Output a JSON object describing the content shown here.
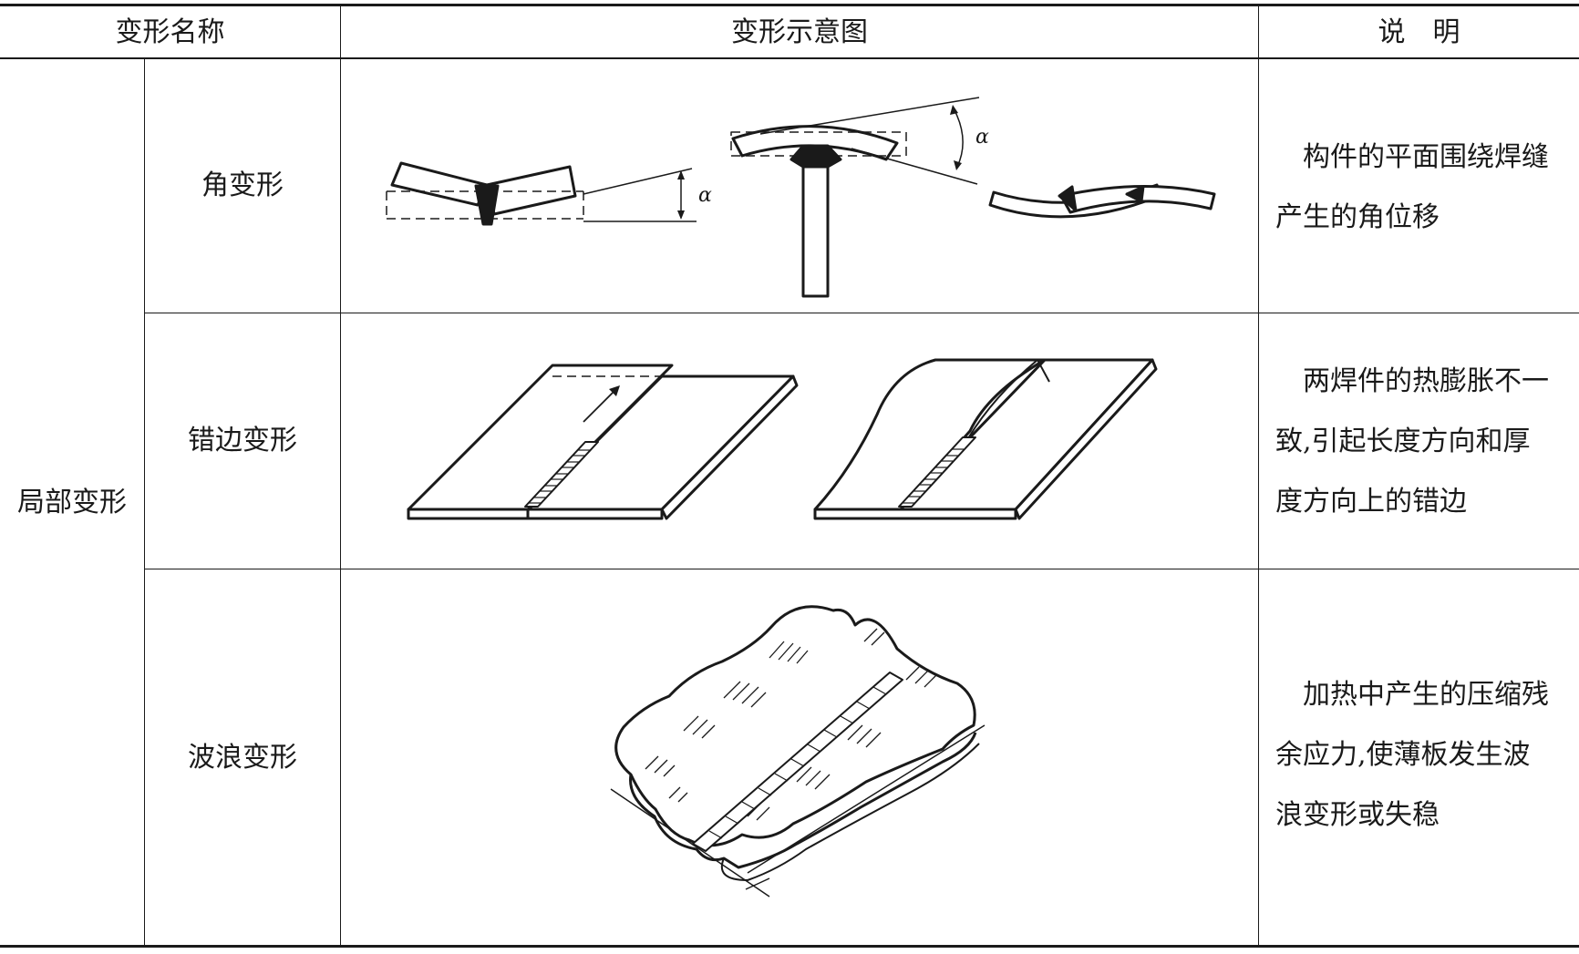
{
  "table": {
    "headers": {
      "name": "变形名称",
      "figure": "变形示意图",
      "description": "说　明"
    },
    "category": "局部变形",
    "rows": [
      {
        "name": "角变形",
        "angle_label_1": "α",
        "angle_label_2": "α",
        "description": "构件的平面围绕焊缝产生的角位移"
      },
      {
        "name": "错边变形",
        "description": "两焊件的热膨胀不一致,引起长度方向和厚度方向上的错边"
      },
      {
        "name": "波浪变形",
        "description": "加热中产生的压缩残余应力,使薄板发生波浪变形或失稳"
      }
    ]
  }
}
